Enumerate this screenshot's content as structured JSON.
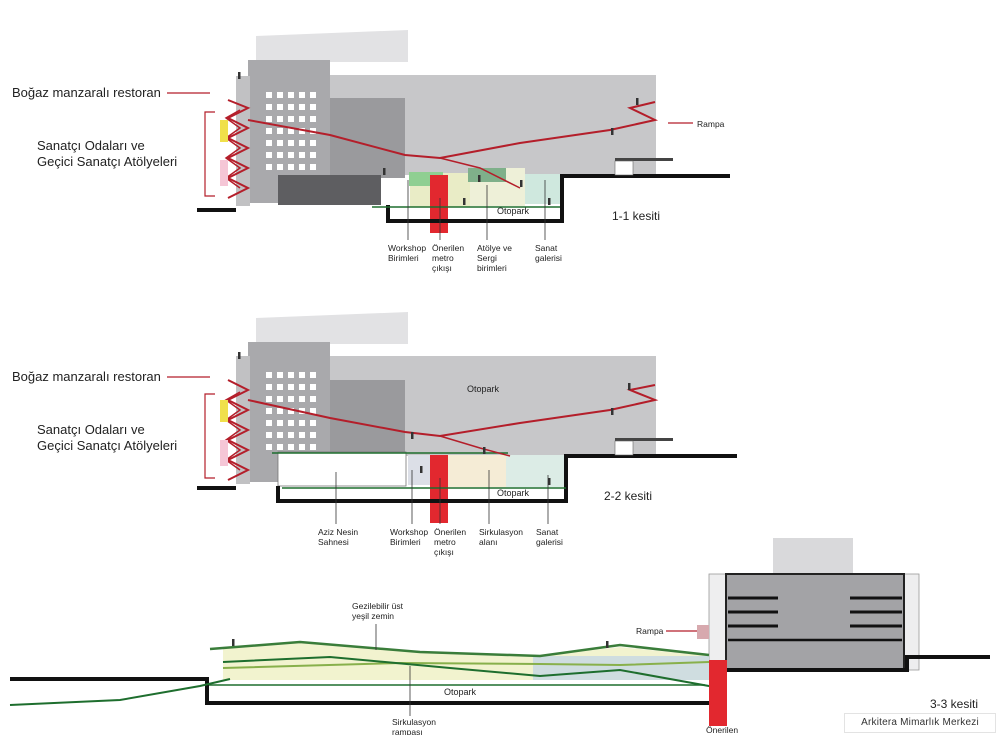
{
  "section_1": {
    "title": "1-1 kesiti",
    "label_restaurant": "Boğaz manzaralı restoran",
    "label_rooms_1": "Sanatçı Odaları ve",
    "label_rooms_2": "Geçici Sanatçı Atölyeleri",
    "label_ramp": "Rampa",
    "label_parking": "Otopark",
    "label_workshop_1": "Workshop",
    "label_workshop_2": "Birimleri",
    "label_metro_1": "Önerilen",
    "label_metro_2": "metro",
    "label_metro_3": "çıkışı",
    "label_atelier_1": "Atölye ve",
    "label_atelier_2": "Sergi",
    "label_atelier_3": "birimleri",
    "label_gallery_1": "Sanat",
    "label_gallery_2": "galerisi"
  },
  "section_2": {
    "title": "2-2 kesiti",
    "label_restaurant": "Boğaz manzaralı restoran",
    "label_rooms_1": "Sanatçı Odaları ve",
    "label_rooms_2": "Geçici Sanatçı Atölyeleri",
    "label_parking_upper": "Otopark",
    "label_parking": "Otopark",
    "label_stage_1": "Aziz Nesin",
    "label_stage_2": "Sahnesi",
    "label_workshop_1": "Workshop",
    "label_workshop_2": "Birimleri",
    "label_metro_1": "Önerilen",
    "label_metro_2": "metro",
    "label_metro_3": "çıkışı",
    "label_circ_1": "Sirkulasyon",
    "label_circ_2": "alanı",
    "label_gallery_1": "Sanat",
    "label_gallery_2": "galerisi"
  },
  "section_3": {
    "title": "3-3 kesiti",
    "label_green_1": "Gezilebilir üst",
    "label_green_2": "yeşil zemin",
    "label_ramp": "Rampa",
    "label_parking": "Otopark",
    "label_circ_1": "Sirkulasyon",
    "label_circ_2": "rampası",
    "label_metro": "Önerilen"
  },
  "credit": "Arkitera Mimarlık Merkezi",
  "colors": {
    "accent_red": "#b41e2a",
    "metro_red": "#e2282f",
    "green_line": "#3a7d3a",
    "building_grey": "#c6c6c8",
    "dark_grey": "#6b6b6e"
  }
}
